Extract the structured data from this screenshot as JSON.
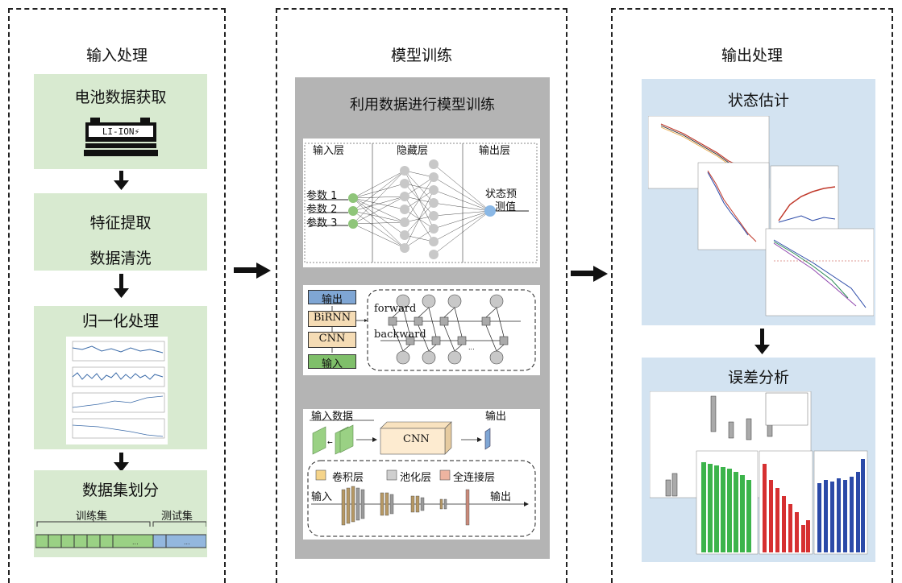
{
  "panels": {
    "input": {
      "title": "输入处理",
      "step1": "电池数据获取",
      "step2a": "特征提取",
      "step2b": "数据清洗",
      "step3": "归一化处理",
      "step4": "数据集划分",
      "train_label": "训练集",
      "test_label": "测试集",
      "ellipsis1": "...",
      "ellipsis2": "..."
    },
    "train": {
      "title": "模型训练",
      "header": "利用数据进行模型训练",
      "nn": {
        "input_layer": "输入层",
        "hidden_layer": "隐藏层",
        "output_layer": "输出层",
        "param1": "参数 1",
        "param2": "参数 2",
        "param3": "参数 3",
        "out_line1": "状态预",
        "out_line2": "测值"
      },
      "birnn": {
        "output": "输出",
        "birnn": "BiRNN",
        "cnn": "CNN",
        "input": "输入",
        "forward": "forward",
        "backward": "backward"
      },
      "cnn": {
        "input_data": "输入数据",
        "cnn": "CNN",
        "output": "输出",
        "conv": "卷积层",
        "pool": "池化层",
        "fc": "全连接层",
        "in2": "输入",
        "out2": "输出"
      }
    },
    "output": {
      "title": "输出处理",
      "state": "状态估计",
      "error": "误差分析"
    }
  },
  "colors": {
    "green_box": "#d8ead0",
    "gray_box": "#b4b4b4",
    "blue_box": "#d3e3f1"
  }
}
